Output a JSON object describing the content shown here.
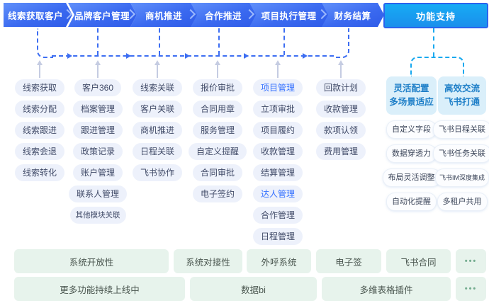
{
  "flow": {
    "steps": [
      "线索获取客户",
      "品牌客户管理",
      "商机推进",
      "合作推进",
      "项目执行管理",
      "财务结算"
    ],
    "support": "功能支持"
  },
  "columns": [
    {
      "items": [
        "线索获取",
        "线索分配",
        "线索跟进",
        "线索会退",
        "线索转化"
      ]
    },
    {
      "items": [
        "客户360",
        "档案管理",
        "跟进管理",
        "政策记录",
        "账户管理",
        "联系人管理",
        "其他模块关联"
      ]
    },
    {
      "items": [
        "线索关联",
        "客户关联",
        "商机推进",
        "日程关联",
        "飞书协作"
      ]
    },
    {
      "items": [
        "报价审批",
        "合同用章",
        "服务管理",
        "自定义提醒",
        "合同审批",
        "电子签约"
      ]
    },
    {
      "items": [
        "项目管理",
        "立项审批",
        "项目履约",
        "收款管理",
        "结算管理",
        "达人管理",
        "合作管理",
        "日程管理"
      ]
    },
    {
      "items": [
        "回款计划",
        "收款管理",
        "款项认领",
        "费用管理"
      ]
    }
  ],
  "support_groups": [
    {
      "line1": "灵活配置",
      "line2": "多场景适应",
      "items": [
        "自定义字段",
        "数据穿透力",
        "布局灵活调整",
        "自动化提醒"
      ]
    },
    {
      "line1": "高效交流",
      "line2": "飞书打通",
      "items": [
        "飞书日程关联",
        "飞书任务关联",
        "飞书IM深度集成",
        "多租户共用"
      ]
    }
  ],
  "bottom": {
    "row1": [
      "系统开放性",
      "系统对接性",
      "外呼系统",
      "电子签",
      "飞书合同",
      "•••"
    ],
    "row2": [
      "更多功能持续上线中",
      "数据bi",
      "多维表格插件",
      "•••"
    ]
  },
  "colors": {
    "flow_blue": "#3b6af0",
    "support_cyan": "#18a8ee",
    "accent_text_blue": "#3370ff",
    "pill_bg": "#edf1fb",
    "support_header_bg": "#daeffa",
    "green_bg": "#e7f3ec"
  }
}
